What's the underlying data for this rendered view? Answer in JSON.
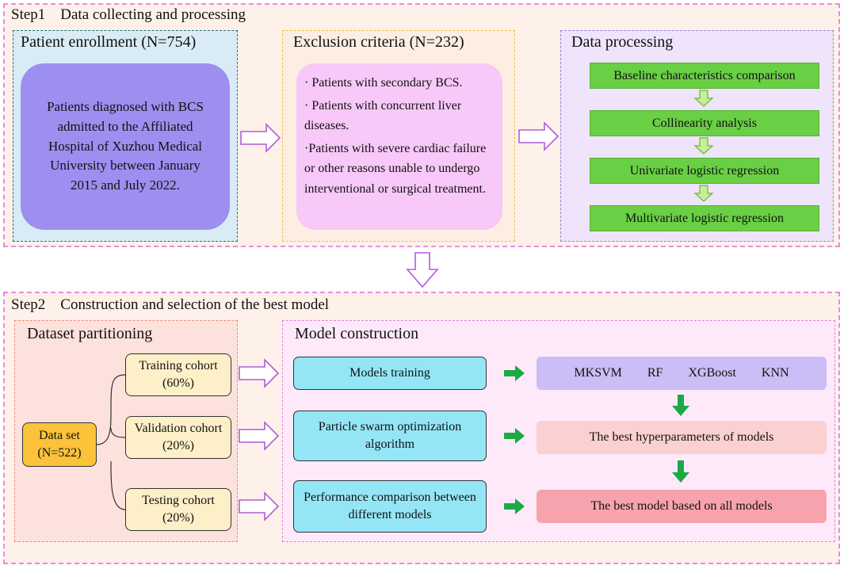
{
  "step1": {
    "title": "Step1    Data collecting and processing",
    "enrollment": {
      "title": "Patient enrollment (N=754)",
      "text": "Patients diagnosed with BCS admitted to the Affiliated Hospital of Xuzhou Medical University between January 2015 and July 2022."
    },
    "exclusion": {
      "title": "Exclusion criteria (N=232)",
      "items": [
        "· Patients with secondary BCS.",
        "· Patients with concurrent liver diseases.",
        "·Patients with severe cardiac failure or other reasons unable to undergo interventional or surgical treatment."
      ]
    },
    "processing": {
      "title": "Data processing",
      "steps": [
        "Baseline characteristics comparison",
        "Collinearity analysis",
        "Univariate logistic regression",
        "Multivariate logistic regression"
      ]
    }
  },
  "step2": {
    "title": "Step2    Construction and selection of the best model",
    "partitioning": {
      "title": "Dataset partitioning",
      "dataset": "Data set\n(N=522)",
      "cohorts": [
        "Training cohort\n(60%)",
        "Validation cohort\n(20%)",
        "Testing cohort\n(20%)"
      ]
    },
    "model": {
      "title": "Model construction",
      "stages": [
        "Models training",
        "Particle swarm optimization\nalgorithm",
        "Performance comparison between\ndifferent models"
      ],
      "models": [
        "MKSVM",
        "RF",
        "XGBoost",
        "KNN"
      ],
      "hyperparameters": "The best hyperparameters of models",
      "best_model": "The best model based on all models"
    }
  },
  "colors": {
    "outer_border": "#e58ce0",
    "outer_fill": "#fdf1ea",
    "enrollment_fill": "#d9ecf6",
    "enrollment_box": "#9d8ff0",
    "exclusion_fill": "#fdeee3",
    "exclusion_box": "#f7c8f8",
    "processing_fill": "#efe4fb",
    "green_step": "#69cf45",
    "partition_fill": "#fde1dc",
    "dataset_box": "#fbc23a",
    "cohort_box": "#fdefc8",
    "model_fill": "#fde9fa",
    "cyan_box": "#94e6f6",
    "models_box": "#cbbdf5",
    "hyper_box": "#fbd0d0",
    "best_box": "#f7a3ae",
    "green_arrow": "#1aaa45",
    "purple_arrow": "#b25cd8"
  }
}
